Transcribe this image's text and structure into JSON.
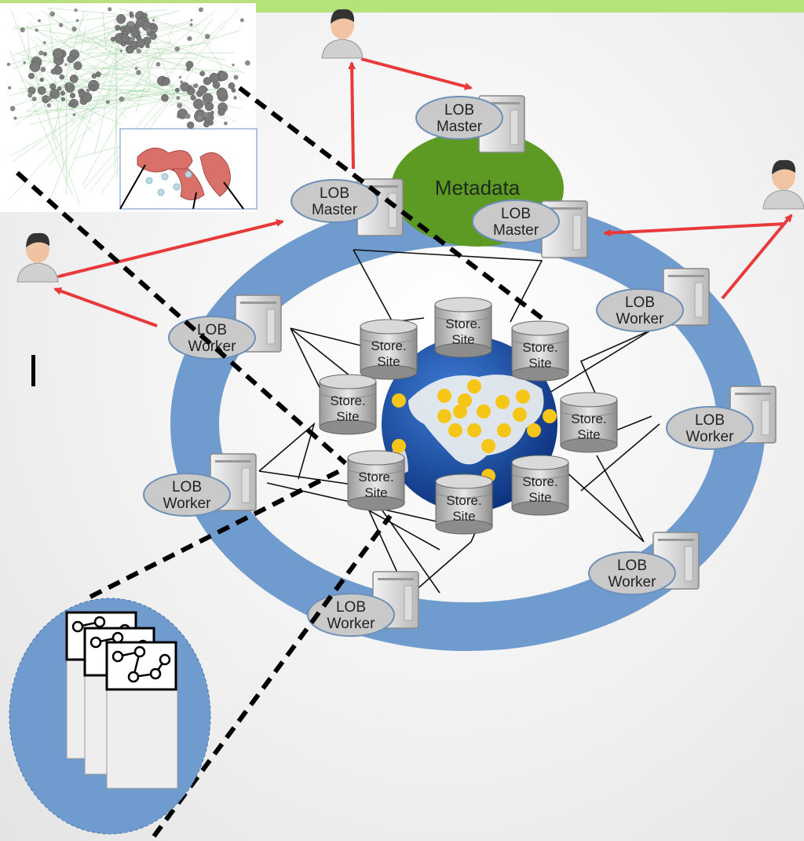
{
  "metadata_label": "Metadata",
  "lob_nodes": [
    {
      "line1": "LOB",
      "line2": "Master"
    },
    {
      "line1": "LOB",
      "line2": "Master"
    },
    {
      "line1": "LOB",
      "line2": "Master"
    },
    {
      "line1": "LOB",
      "line2": "Worker"
    },
    {
      "line1": "LOB",
      "line2": "Worker"
    },
    {
      "line1": "LOB",
      "line2": "Worker"
    },
    {
      "line1": "LOB",
      "line2": "Worker"
    },
    {
      "line1": "LOB",
      "line2": "Worker"
    },
    {
      "line1": "LOB",
      "line2": "Worker"
    }
  ],
  "store_sites": [
    {
      "line1": "Store.",
      "line2": "Site"
    },
    {
      "line1": "Store.",
      "line2": "Site"
    },
    {
      "line1": "Store.",
      "line2": "Site"
    },
    {
      "line1": "Store.",
      "line2": "Site"
    },
    {
      "line1": "Store.",
      "line2": "Site"
    },
    {
      "line1": "Store.",
      "line2": "Site"
    },
    {
      "line1": "Store.",
      "line2": "Site"
    },
    {
      "line1": "Store.",
      "line2": "Site"
    }
  ],
  "colors": {
    "top_bar": "#b5e27a",
    "ring": "#6f9bcf",
    "metadata": "#5c9a24",
    "arrow": "#e83a3a",
    "dot": "#f5c518",
    "graph_cluster": "#d9706a"
  },
  "icons": [
    "user-icon",
    "server-icon",
    "database-icon",
    "globe-icon",
    "document-stack-icon",
    "graph-icon"
  ]
}
